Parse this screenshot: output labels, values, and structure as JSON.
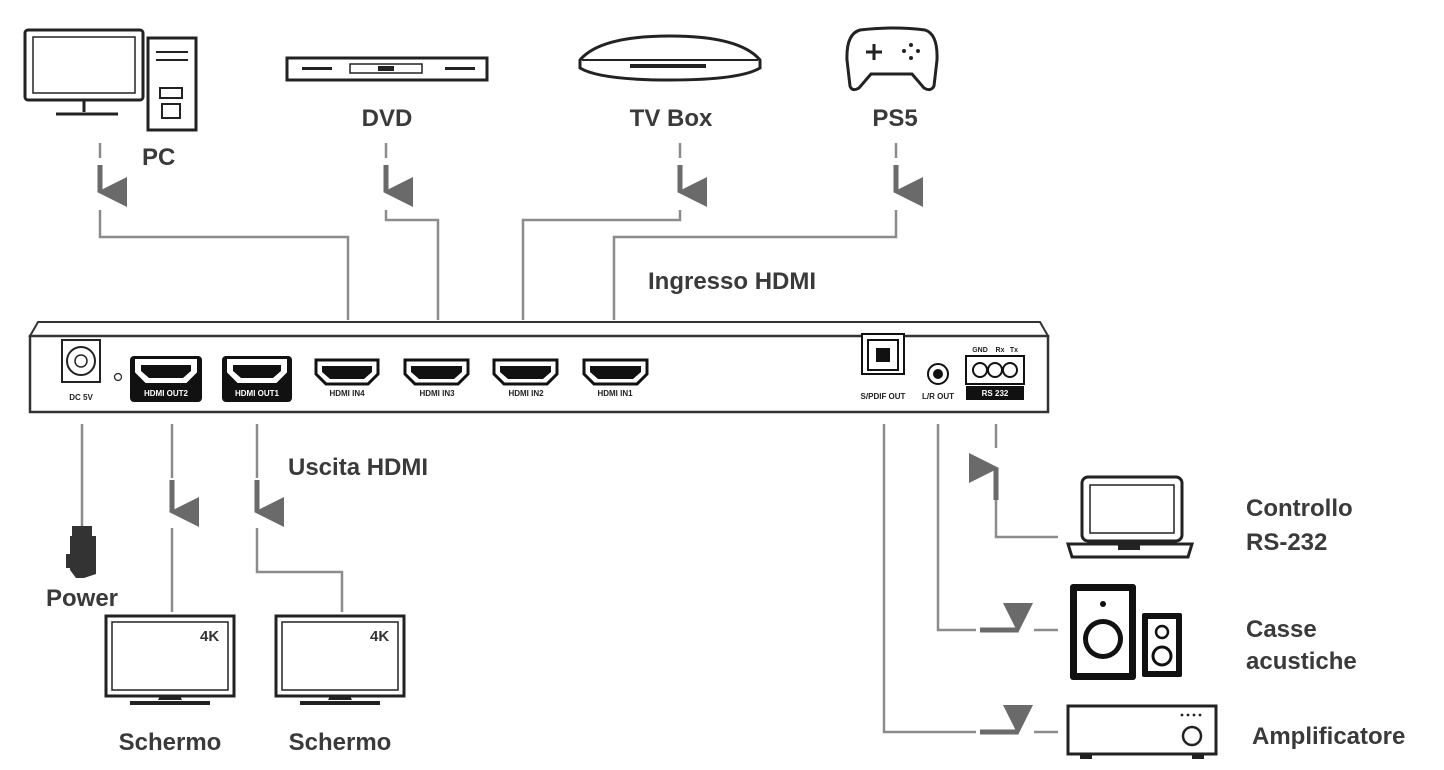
{
  "sources": {
    "pc": "PC",
    "dvd": "DVD",
    "tvbox": "TV Box",
    "ps5": "PS5"
  },
  "labels": {
    "input": "Ingresso HDMI",
    "output": "Uscita HDMI",
    "power": "Power",
    "screen1": "Schermo",
    "screen2": "Schermo",
    "rs232_line1": "Controllo",
    "rs232_line2": "RS-232",
    "speakers_line1": "Casse",
    "speakers_line2": "acustiche",
    "amplifier": "Amplificatore"
  },
  "ports": {
    "dc": "DC 5V",
    "out2": "HDMI OUT2",
    "out1": "HDMI OUT1",
    "in4": "HDMI IN4",
    "in3": "HDMI IN3",
    "in2": "HDMI IN2",
    "in1": "HDMI IN1",
    "spdif": "S/PDIF OUT",
    "lr": "L/R OUT",
    "gnd": "GND",
    "rx": "Rx",
    "tx": "Tx",
    "rs232": "RS 232"
  },
  "screen_badge": "4K"
}
